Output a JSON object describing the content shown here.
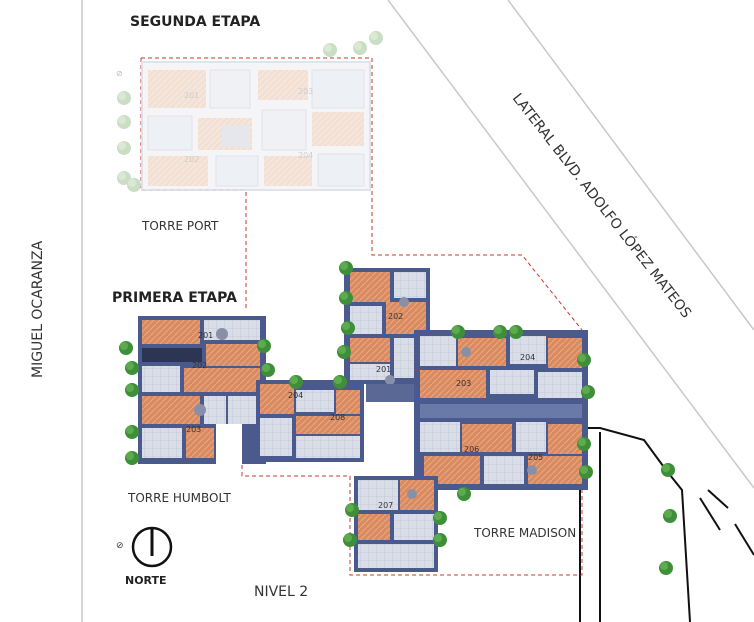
{
  "labels": {
    "segunda_etapa": "SEGUNDA ETAPA",
    "primera_etapa": "PRIMERA ETAPA",
    "torre_port": "TORRE PORT",
    "torre_humbolt": "TORRE HUMBOLT",
    "torre_madison": "TORRE MADISON",
    "nivel": "NIVEL 2",
    "norte": "NORTE",
    "street_left": "MIGUEL OCARANZA",
    "street_right": "LATERAL BLVD. ADOLFO LÓPEZ MATEOS"
  },
  "units": {
    "u201_humbolt": "201",
    "u202_humbolt": "202",
    "u203_humbolt": "203",
    "u204_humbolt": "204",
    "u208": "208",
    "u202_center": "202",
    "u201_center": "201",
    "u203_madison": "203",
    "u204_madison": "204",
    "u206_madison": "206",
    "u205_madison": "205",
    "u207": "207",
    "seg_201": "201",
    "seg_202": "202",
    "seg_203": "203",
    "seg_204": "204"
  },
  "colors": {
    "dashed_boundary": "#c0392b",
    "wall": "#4a5a8c",
    "wood_floor": "#d9865c",
    "tree": "#3f8f3a",
    "street_line": "#bfbfbf"
  }
}
